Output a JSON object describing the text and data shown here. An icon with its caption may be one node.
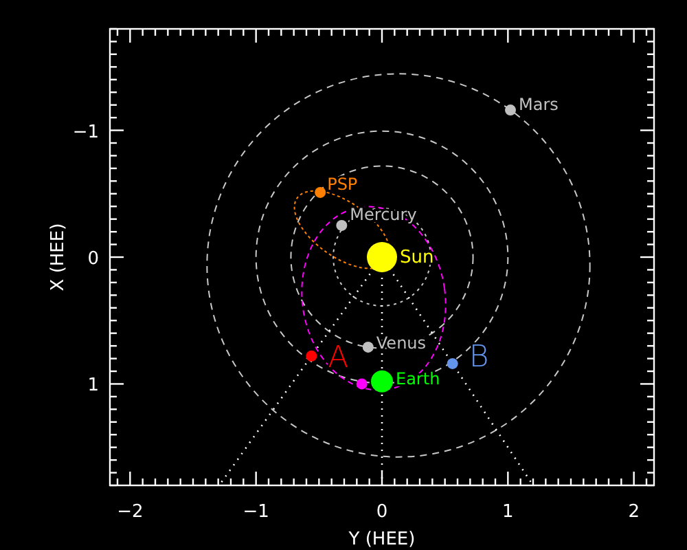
{
  "diagram": {
    "chart_data": {
      "type": "scatter",
      "xlabel": "Y (HEE)",
      "ylabel": "X (HEE)",
      "xlim": [
        -2.16,
        2.16
      ],
      "ylim": [
        1.8,
        -1.8
      ],
      "xticks": [
        {
          "value": -2,
          "label": "−2"
        },
        {
          "value": -1,
          "label": "−1"
        },
        0,
        1,
        2
      ],
      "yticks": [
        {
          "value": -1,
          "label": "−1"
        },
        0,
        1
      ],
      "series": [
        {
          "name": "Sun",
          "color": "#ffff00",
          "x": [
            0
          ],
          "values": [
            0
          ]
        },
        {
          "name": "Mercury",
          "color": "#c0c0c0",
          "x": [
            -0.32
          ],
          "values": [
            -0.25
          ]
        },
        {
          "name": "Venus",
          "color": "#c0c0c0",
          "x": [
            -0.11
          ],
          "values": [
            0.71
          ]
        },
        {
          "name": "Earth",
          "color": "#00ff00",
          "x": [
            0
          ],
          "values": [
            0.98
          ]
        },
        {
          "name": "Mars",
          "color": "#c0c0c0",
          "x": [
            1.02
          ],
          "values": [
            -1.16
          ]
        },
        {
          "name": "PSP",
          "color": "#ff8000",
          "x": [
            -0.49
          ],
          "values": [
            -0.51
          ]
        },
        {
          "name": "A",
          "color": "#ff0000",
          "x": [
            -0.56
          ],
          "values": [
            0.78
          ]
        },
        {
          "name": "B",
          "color": "#6495ed",
          "x": [
            0.56
          ],
          "values": [
            0.84
          ]
        },
        {
          "color": "#ff00ff",
          "x": [
            -0.16
          ],
          "values": [
            1.0
          ]
        }
      ]
    }
  }
}
